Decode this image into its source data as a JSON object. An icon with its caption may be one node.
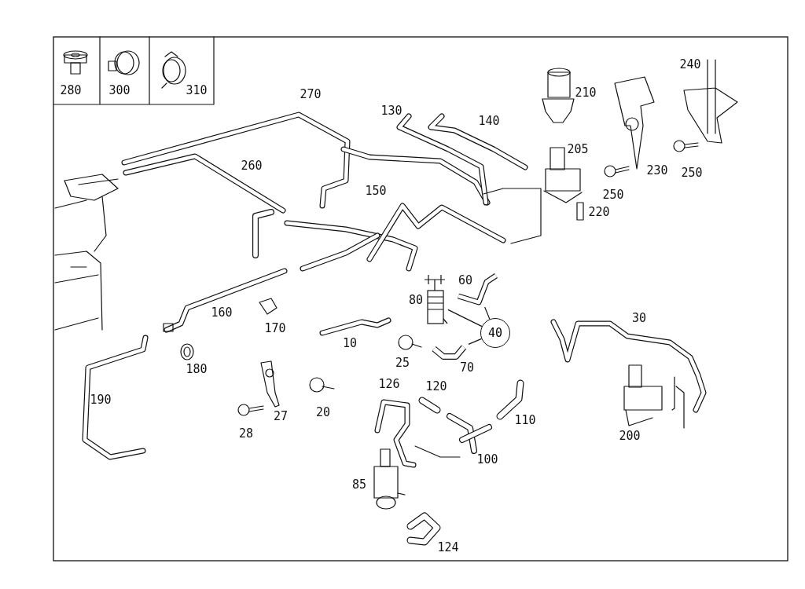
{
  "diagram": {
    "nodes": [
      {
        "text": [
          "40"
        ]
      },
      {
        "text": [],
        "shape": "picture"
      },
      {
        "text": [],
        "shape": "picture"
      },
      {
        "text": [],
        "shape": "picture"
      }
    ],
    "edges": [
      {
        "from": 0,
        "to": 1,
        "arrow": "none"
      },
      {
        "from": 0,
        "to": 2,
        "arrow": "none"
      },
      {
        "from": 0,
        "to": 3,
        "arrow": "none"
      }
    ],
    "labels": [
      "240",
      "280",
      "300",
      "310",
      "270",
      "210",
      "130",
      "140",
      "205",
      "260",
      "230",
      "250",
      "150",
      "250",
      "220",
      "60",
      "80",
      "160",
      "30",
      "170",
      "10",
      "180",
      "25",
      "70",
      "126",
      "120",
      "190",
      "20",
      "27",
      "110",
      "28",
      "200",
      "100",
      "85",
      "124"
    ]
  }
}
